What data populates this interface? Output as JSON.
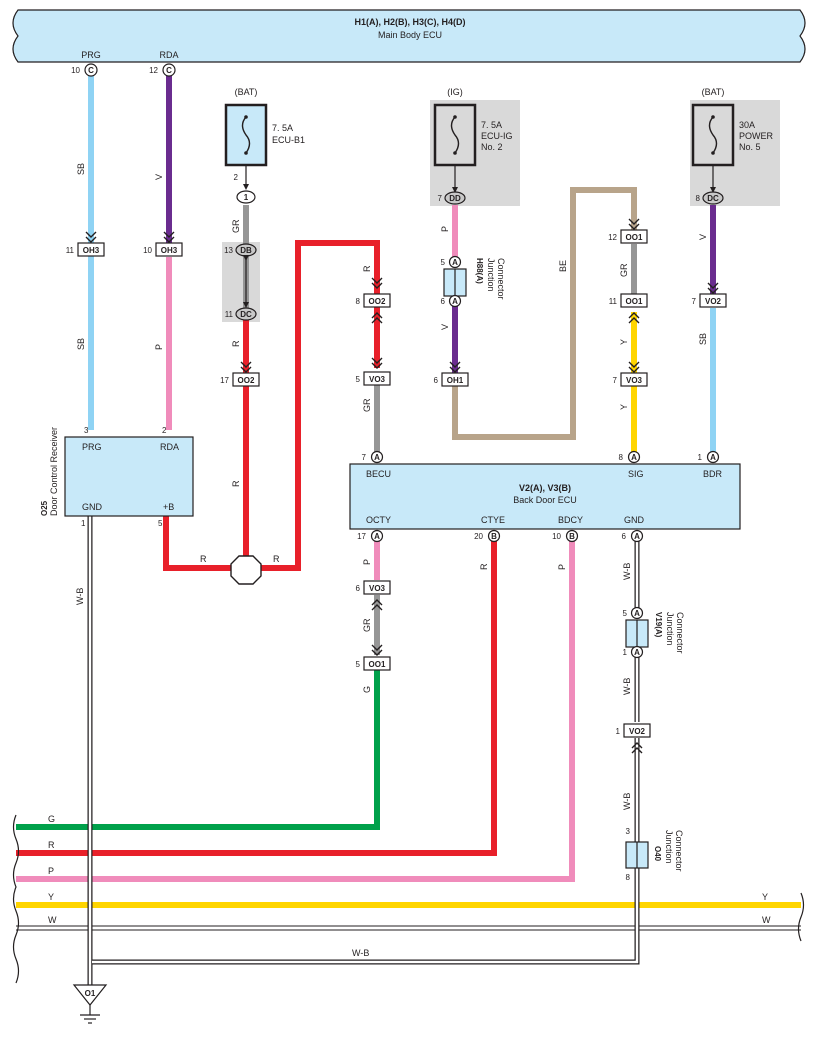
{
  "colors": {
    "SB": "#8fd3f4",
    "V": "#6a2c8f",
    "P": "#f08cbb",
    "R": "#e8202a",
    "GR": "#969696",
    "BE": "#b8a48a",
    "Y": "#ffd500",
    "G": "#00a14b",
    "ecu_fill": "#c8e9f9",
    "fuse_bg": "#d9d9d9",
    "line": "#231f20"
  },
  "main_body_ecu": {
    "code": "H1(A), H2(B), H3(C), H4(D)",
    "name": "Main Body ECU",
    "term_prg": "PRG",
    "term_rda": "RDA",
    "pin_prg": "10",
    "pin_rda": "12",
    "conn_c": "C"
  },
  "fuses": {
    "ecu_b1": {
      "source": "(BAT)",
      "rating": "7. 5A",
      "name": "ECU-B1"
    },
    "ecu_ig": {
      "source": "(IG)",
      "rating": "7. 5A",
      "name": "ECU-IG",
      "name2": "No. 2"
    },
    "power": {
      "source": "(BAT)",
      "rating": "30A",
      "name": "POWER",
      "name2": "No. 5"
    }
  },
  "door_control_receiver": {
    "code": "O25",
    "name": "Door Control Receiver",
    "prg": "PRG",
    "rda": "RDA",
    "gnd": "GND",
    "plusb": "+B",
    "pin_prg": "3",
    "pin_rda": "2",
    "pin_gnd": "1",
    "pin_b": "5"
  },
  "back_door_ecu": {
    "code": "V2(A), V3(B)",
    "name": "Back Door ECU",
    "becu": "BECU",
    "sig": "SIG",
    "bdr": "BDR",
    "octy": "OCTY",
    "ctye": "CTYE",
    "bdcy": "BDCY",
    "gnd": "GND",
    "pin_becu": "7",
    "pin_sig": "8",
    "pin_bdr": "1",
    "pin_octy": "17",
    "pin_ctye": "20",
    "pin_bdcy": "10",
    "pin_gnd": "6",
    "conn_a": "A",
    "conn_b": "B"
  },
  "junctions": {
    "h88": {
      "code": "H88(A)",
      "name": "Junction",
      "name2": "Connector",
      "pin_top": "5",
      "pin_bot": "6",
      "conn": "A"
    },
    "v19": {
      "code": "V19(A)",
      "name": "Junction",
      "name2": "Connector",
      "pin_top": "5",
      "pin_bot": "1",
      "conn": "A"
    },
    "o40": {
      "code": "O40",
      "name": "Junction",
      "name2": "Connector",
      "pin_top": "3",
      "pin_bot": "8"
    }
  },
  "connectors": {
    "oh3_a": {
      "pin": "11",
      "name": "OH3"
    },
    "oh3_b": {
      "pin": "10",
      "name": "OH3"
    },
    "c1": {
      "pin": "2",
      "name": "1"
    },
    "db": {
      "pin": "13",
      "name": "DB"
    },
    "dc_a": {
      "pin": "11",
      "name": "DC"
    },
    "oo2_a": {
      "pin": "17",
      "name": "OO2"
    },
    "oo2_b": {
      "pin": "8",
      "name": "OO2"
    },
    "vo3_a": {
      "pin": "5",
      "name": "VO3"
    },
    "dd": {
      "pin": "7",
      "name": "DD"
    },
    "oh1": {
      "pin": "6",
      "name": "OH1"
    },
    "oo1_a": {
      "pin": "12",
      "name": "OO1"
    },
    "oo1_b": {
      "pin": "11",
      "name": "OO1"
    },
    "vo3_b": {
      "pin": "7",
      "name": "VO3"
    },
    "dc_b": {
      "pin": "8",
      "name": "DC"
    },
    "vo2_a": {
      "pin": "7",
      "name": "VO2"
    },
    "vo3_c": {
      "pin": "6",
      "name": "VO3"
    },
    "oo1_c": {
      "pin": "5",
      "name": "OO1"
    },
    "vo2_b": {
      "pin": "1",
      "name": "VO2"
    }
  },
  "ground": {
    "name": "O1"
  },
  "wires": {
    "sb1": "SB",
    "sb2": "SB",
    "v1": "V",
    "p1": "P",
    "gr1": "GR",
    "r1": "R",
    "r2": "R",
    "r3": "R",
    "r4": "R",
    "r5": "R",
    "gr2": "GR",
    "p2": "P",
    "v2": "V",
    "be": "BE",
    "gr3": "GR",
    "y1": "Y",
    "y2": "Y",
    "v3": "V",
    "sb3": "SB",
    "p3": "P",
    "gr4": "GR",
    "g1": "G",
    "r6": "R",
    "p4": "P",
    "wb1": "W-B",
    "wb2": "W-B",
    "wb3": "W-B",
    "wb4": "W-B",
    "wb5": "W-B",
    "bus_g": "G",
    "bus_r": "R",
    "bus_p": "P",
    "bus_y": "Y",
    "bus_w": "W",
    "bus_y_r": "Y",
    "bus_w_r": "W"
  }
}
